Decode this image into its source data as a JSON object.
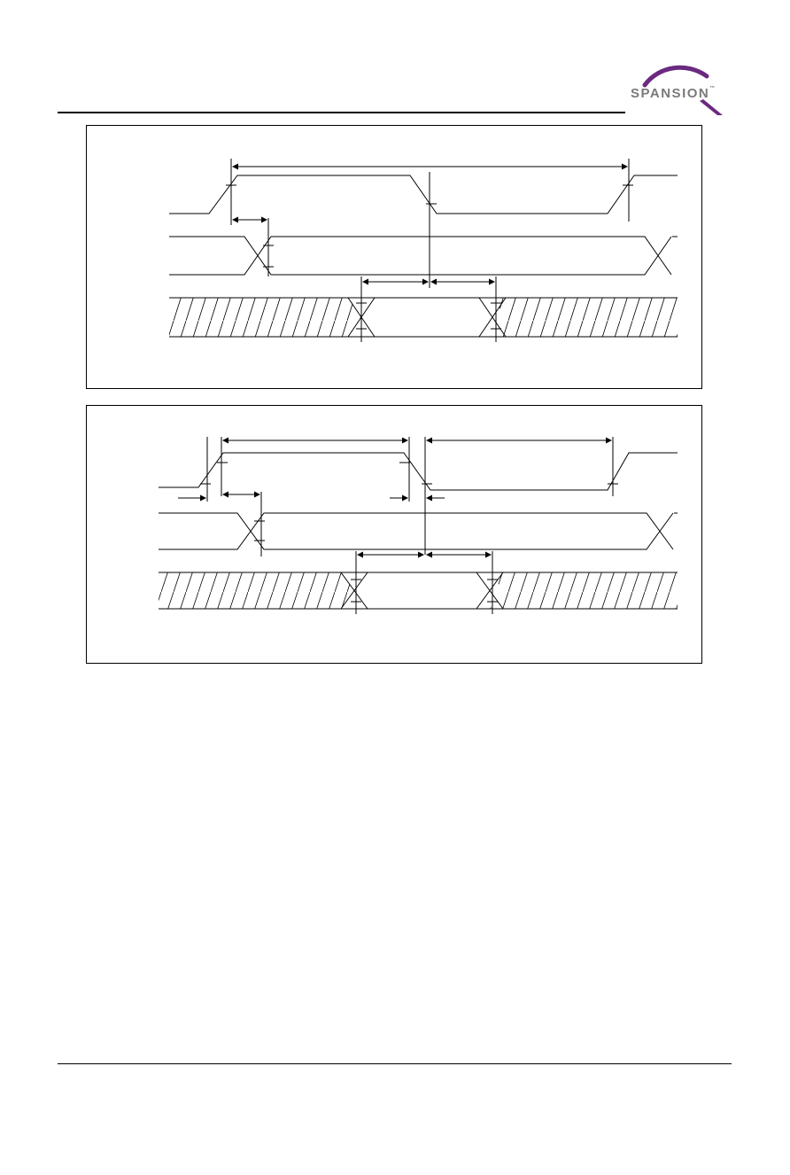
{
  "brand": {
    "name": "SPANSION",
    "trademark": "™",
    "color": "#6b2a7f",
    "text_color": "#7a7a7a",
    "accent_color": "#5a2170"
  },
  "line_color": "#000000",
  "figures": [
    {
      "id": "timing-diagram-1"
    },
    {
      "id": "timing-diagram-2"
    }
  ]
}
